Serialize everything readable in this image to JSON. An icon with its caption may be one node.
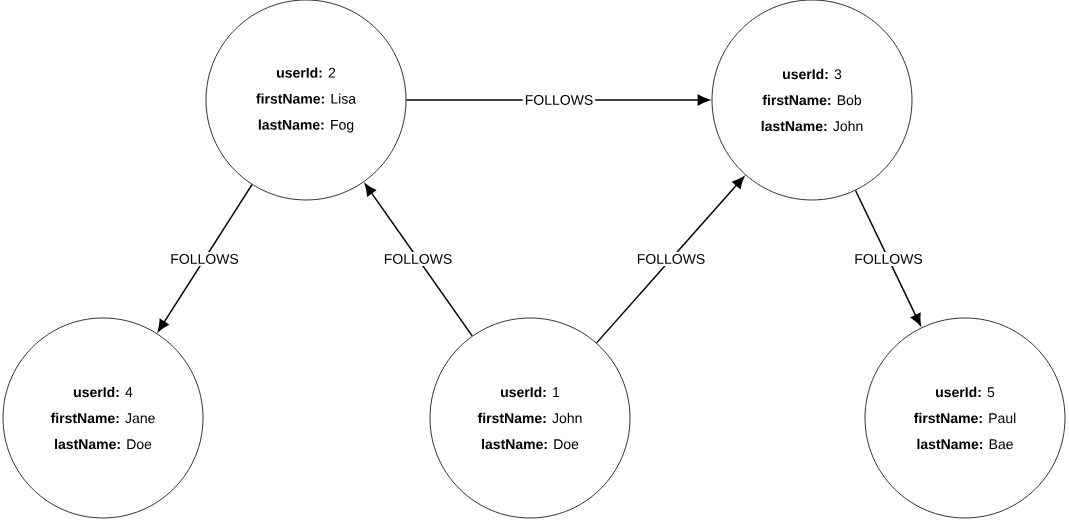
{
  "diagram": {
    "nodes": [
      {
        "text": [
          "**userId:** 2",
          "**firstName:** Lisa",
          "**lastName:** Fog"
        ]
      },
      {
        "text": [
          "**userId:** 3",
          "**firstName:** Bob",
          "**lastName:** John"
        ]
      },
      {
        "text": [
          "**userId:** 4",
          "**firstName:** Jane",
          "**lastName:** Doe"
        ]
      },
      {
        "text": [
          "**userId:** 1",
          "**firstName:** John",
          "**lastName:** Doe"
        ]
      },
      {
        "text": [
          "**userId:** 5",
          "**firstName:** Paul",
          "**lastName:** Bae"
        ]
      }
    ],
    "edges": [
      {
        "from": 0,
        "to": 1,
        "arrow": "to",
        "label": "FOLLOWS"
      },
      {
        "from": 0,
        "to": 2,
        "arrow": "to",
        "label": "FOLLOWS"
      },
      {
        "from": 3,
        "to": 0,
        "arrow": "to",
        "label": "FOLLOWS"
      },
      {
        "from": 3,
        "to": 1,
        "arrow": "to",
        "label": "FOLLOWS"
      },
      {
        "from": 1,
        "to": 4,
        "arrow": "to",
        "label": "FOLLOWS"
      }
    ]
  }
}
